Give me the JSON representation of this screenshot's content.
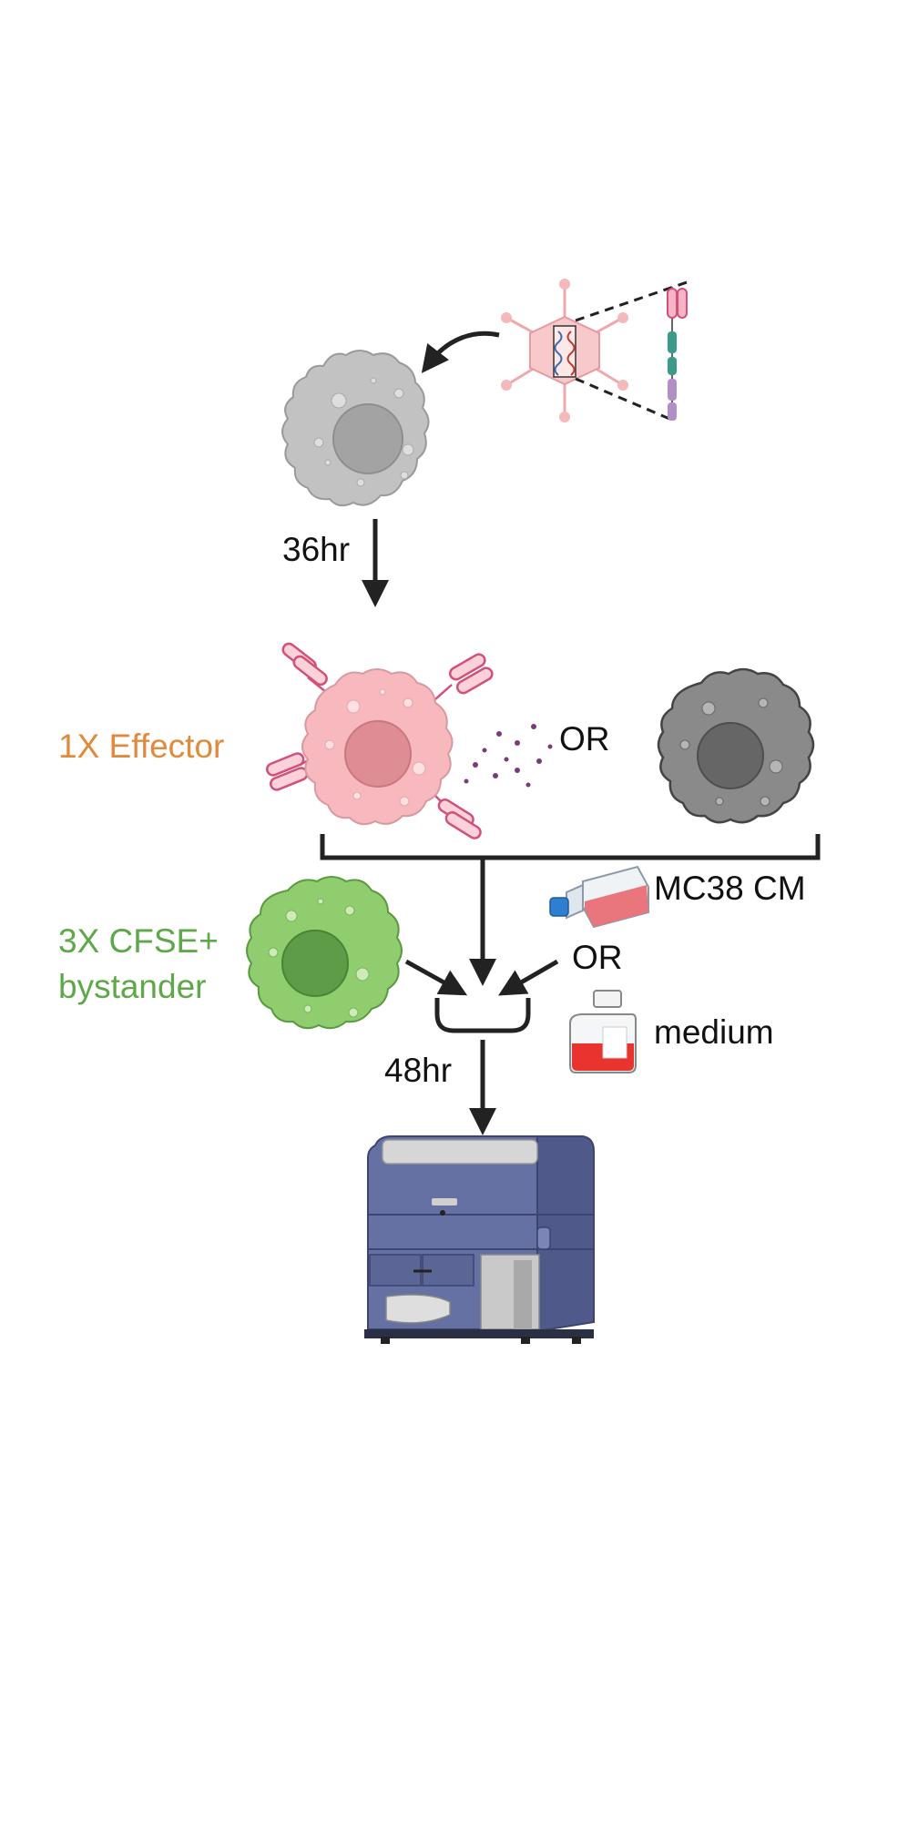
{
  "labels": {
    "time_1": "36hr",
    "effector": "1X Effector",
    "or_1": "OR",
    "mc38": "MC38 CM",
    "or_2": "OR",
    "bystander_line1": "3X CFSE+",
    "bystander_line2": "bystander",
    "medium": "medium",
    "time_2": "48hr"
  },
  "colors": {
    "effector_text": "#e08a3c",
    "bystander_text": "#5fa84a",
    "arrow": "#222222",
    "cell_gray_light": "#bdbdbd",
    "cell_gray_dark": "#808080",
    "cell_pink": "#f6b9bf",
    "cell_green": "#8fcd6e",
    "instrument": "#5f6b9a",
    "receptor": "#e36a8a",
    "vector": "#f3b9bb"
  },
  "icons": [
    "viral-vector-icon",
    "gene-construct-icon",
    "naive-cell-icon",
    "effector-cell-icon",
    "cytokine-dots-icon",
    "control-cell-icon",
    "bystander-cell-icon",
    "culture-flask-icon",
    "medium-bottle-icon",
    "mixing-well-icon",
    "flow-cytometer-icon"
  ]
}
